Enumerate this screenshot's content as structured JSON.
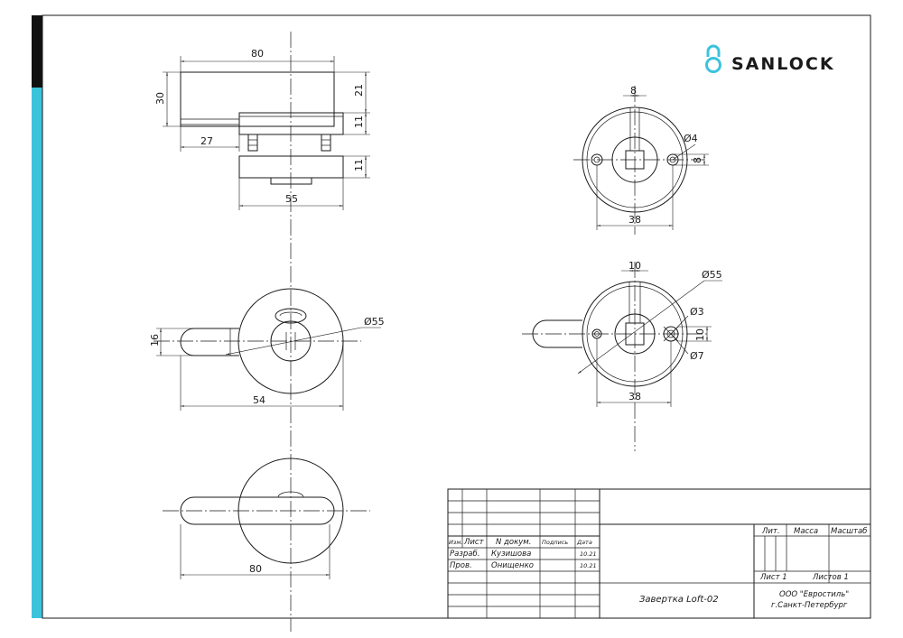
{
  "brand": {
    "name": "SANLOCK",
    "accent_color": "#3cc3dc",
    "dark_color": "#111111"
  },
  "dimensions": {
    "front_width": "80",
    "front_height": "30",
    "front_top": "21",
    "front_mid": "11",
    "front_lower": "11",
    "front_offset": "27",
    "front_base": "55",
    "top_width": "8",
    "top_hole": "Ø4",
    "top_side": "8",
    "top_span": "38",
    "side_height": "16",
    "side_diameter": "Ø55",
    "side_length": "54",
    "rear_width": "10",
    "rear_diameter": "Ø55",
    "rear_hole_small": "Ø3",
    "rear_side": "10",
    "rear_hole_large": "Ø7",
    "rear_span": "38",
    "bottom_length": "80"
  },
  "title_block": {
    "headers": {
      "change": "Изм.",
      "sheet": "Лист",
      "doc_number": "N докум.",
      "signature": "Подпись",
      "date": "Дата"
    },
    "rows": [
      {
        "role": "Разраб.",
        "name": "Кузишова",
        "date": "10.21"
      },
      {
        "role": "Пров.",
        "name": "Онищенко",
        "date": "10.21"
      }
    ],
    "letter_label": "Лит.",
    "mass_label": "Масса",
    "scale_label": "Масштаб",
    "sheet_label": "Лист  1",
    "sheets_label": "Листов  1",
    "product_name": "Завертка  Loft-02",
    "company_line1": "ООО  \"Евростиль\"",
    "company_line2": "г.Санкт-Петербург"
  }
}
